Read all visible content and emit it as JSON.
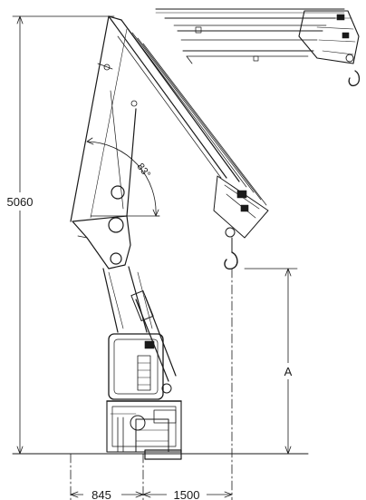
{
  "diagram": {
    "dimensions": {
      "height_label": "5060",
      "offset_label": "845",
      "reach_label": "1500",
      "hook_height_label": "A",
      "boom_angle_label": "83°"
    }
  }
}
